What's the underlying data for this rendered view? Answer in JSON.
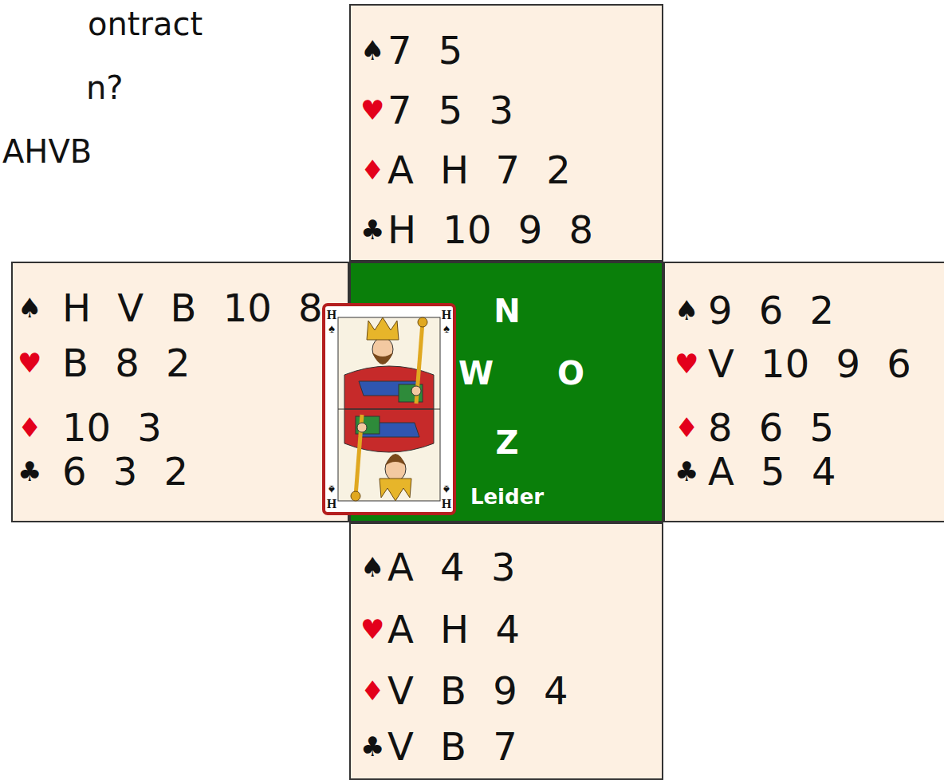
{
  "diagram": {
    "nodes": [
      {
        "text": [
          "♠",
          "7 5",
          "♥",
          "7 5 3",
          "♦",
          "A H 7 2",
          "♣",
          "H 10 9 8"
        ]
      },
      {
        "text": [
          "♠",
          "H V B 10 8",
          "♥",
          "B 8 2",
          "♦",
          "10 3",
          "♣",
          "6 3 2"
        ]
      },
      {
        "text": [
          "N",
          "W",
          "O",
          "Z",
          "Leider"
        ]
      },
      {
        "text": [
          "H",
          "♠",
          "H",
          "♠",
          "H",
          "♠",
          "H",
          "♠"
        ]
      },
      {
        "text": [
          "♠",
          "9 6 2",
          "♥",
          "V 10 9 6",
          "♦",
          "8 6 5",
          "♣",
          "A 5 4"
        ]
      },
      {
        "text": [
          "♠",
          "A 4 3",
          "♥",
          "A H 4",
          "♦",
          "V B 9 4",
          "♣",
          "V B 7"
        ]
      }
    ],
    "labels": [
      "ontract",
      "n?",
      "AHVB"
    ]
  }
}
